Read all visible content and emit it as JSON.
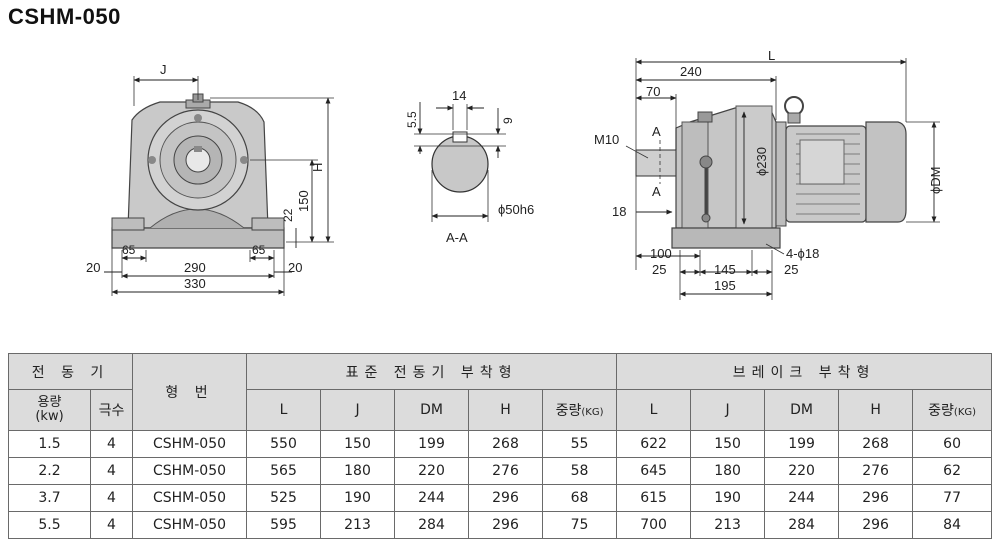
{
  "title": "CSHM-050",
  "views": {
    "front": {
      "dims": {
        "J": "J",
        "H": "H",
        "h150": "150",
        "h22": "22",
        "w65a": "65",
        "w65b": "65",
        "w20a": "20",
        "w20b": "20",
        "w290": "290",
        "w330": "330"
      }
    },
    "section": {
      "label": "A-A",
      "dims": {
        "d55": "5.5",
        "d14": "14",
        "d9": "9",
        "shaft": "ϕ50h6"
      }
    },
    "side": {
      "dims": {
        "L": "L",
        "d240": "240",
        "d70": "70",
        "M10": "M10",
        "A_top": "A",
        "A_bot": "A",
        "d230": "ϕ230",
        "DM": "ϕDM",
        "d18": "18",
        "d100": "100",
        "holes": "4-ϕ18",
        "d25a": "25",
        "d145": "145",
        "d25b": "25",
        "d195": "195"
      }
    }
  },
  "table": {
    "header": {
      "motor": "전 동 기",
      "model": "형 번",
      "standard": "표준 전동기 부착형",
      "brake": "브레이크 부착형",
      "capacity_line1": "용량",
      "capacity_line2": "(kw)",
      "poles": "극수",
      "cols": {
        "L": "L",
        "J": "J",
        "DM": "DM",
        "H": "H",
        "weight": "중량",
        "weight_unit": "(KG)"
      }
    },
    "rows": [
      {
        "kw": "1.5",
        "poles": "4",
        "model": "CSHM-050",
        "std": [
          "550",
          "150",
          "199",
          "268",
          "55"
        ],
        "brk": [
          "622",
          "150",
          "199",
          "268",
          "60"
        ]
      },
      {
        "kw": "2.2",
        "poles": "4",
        "model": "CSHM-050",
        "std": [
          "565",
          "180",
          "220",
          "276",
          "58"
        ],
        "brk": [
          "645",
          "180",
          "220",
          "276",
          "62"
        ]
      },
      {
        "kw": "3.7",
        "poles": "4",
        "model": "CSHM-050",
        "std": [
          "525",
          "190",
          "244",
          "296",
          "68"
        ],
        "brk": [
          "615",
          "190",
          "244",
          "296",
          "77"
        ]
      },
      {
        "kw": "5.5",
        "poles": "4",
        "model": "CSHM-050",
        "std": [
          "595",
          "213",
          "284",
          "296",
          "75"
        ],
        "brk": [
          "700",
          "213",
          "284",
          "296",
          "84"
        ]
      }
    ]
  }
}
